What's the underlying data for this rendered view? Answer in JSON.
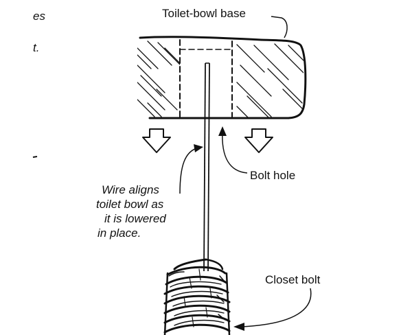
{
  "labels": {
    "base": "Toilet-bowl base",
    "bolt_hole": "Bolt hole",
    "closet_bolt": "Closet bolt",
    "caption_lines": [
      "Wire aligns",
      "toilet bowl as",
      "it is lowered",
      "in place."
    ]
  },
  "margin_fragments": [
    "es",
    "t."
  ],
  "colors": {
    "ink": "#111111",
    "paper": "#ffffff"
  },
  "icons": [
    "down-arrow-icon",
    "down-arrow-icon"
  ]
}
